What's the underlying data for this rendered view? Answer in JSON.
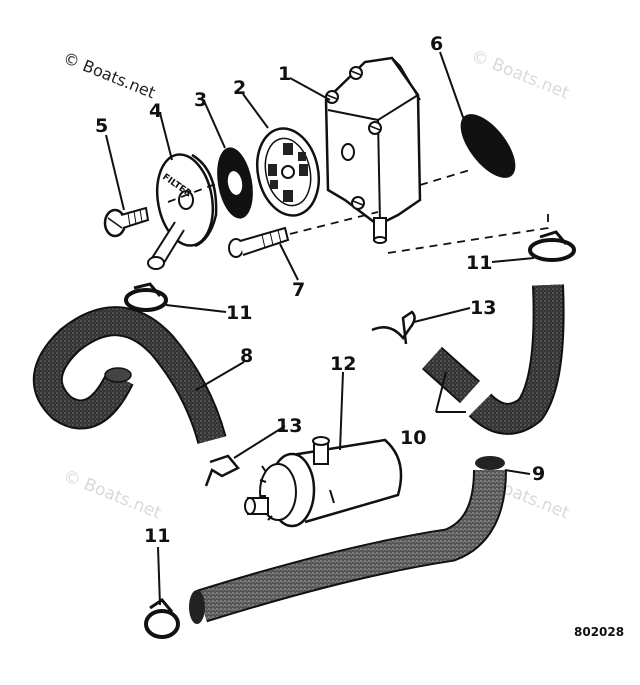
{
  "diagram": {
    "watermark": "© Boats.net",
    "drawing_number": "802028",
    "filter_text": "FILTER",
    "callouts": [
      "1",
      "2",
      "3",
      "4",
      "5",
      "6",
      "7",
      "8",
      "9",
      "10",
      "11",
      "11",
      "11",
      "12",
      "13",
      "13"
    ]
  }
}
